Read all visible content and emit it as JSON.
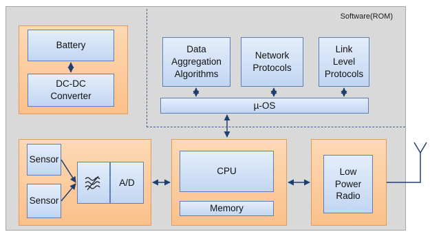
{
  "software_region": {
    "label": "Software(ROM)"
  },
  "power_unit": {
    "battery": "Battery",
    "converter": "DC-DC\nConverter"
  },
  "software": {
    "data_aggregation": "Data\nAggregation\nAlgorithms",
    "network_protocols": "Network\nProtocols",
    "link_level_protocols": "Link\nLevel\nProtocols",
    "os": "µ-OS"
  },
  "sensing_unit": {
    "sensor_1": "Sensor",
    "sensor_2": "Sensor",
    "filter_icon": "lowpass-filter-icon",
    "adc": "A/D"
  },
  "processing_unit": {
    "cpu": "CPU",
    "memory": "Memory"
  },
  "radio_unit": {
    "radio": "Low\nPower\nRadio",
    "antenna_icon": "antenna-icon"
  },
  "colors": {
    "unit_fill": "#fbc08b",
    "unit_border": "#e39a55",
    "block_fill": "#c2d6f2",
    "block_border": "#5a7fb8",
    "arrow": "#1f3f6e",
    "background": "#d9d9d9"
  }
}
